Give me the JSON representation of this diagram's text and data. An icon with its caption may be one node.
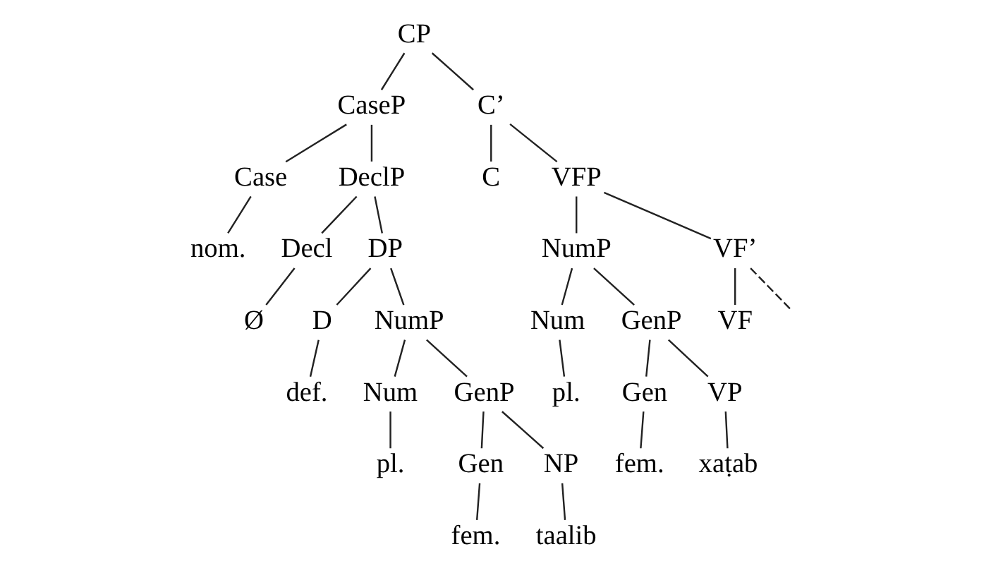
{
  "diagram": {
    "nodes": [
      {
        "text": [
          "CP"
        ]
      },
      {
        "text": [
          "CaseP"
        ]
      },
      {
        "text": [
          "C’"
        ]
      },
      {
        "text": [
          "Case"
        ]
      },
      {
        "text": [
          "DeclP"
        ]
      },
      {
        "text": [
          "C"
        ]
      },
      {
        "text": [
          "VFP"
        ]
      },
      {
        "text": [
          "nom."
        ]
      },
      {
        "text": [
          "Decl"
        ]
      },
      {
        "text": [
          "DP"
        ]
      },
      {
        "text": [
          "NumP"
        ]
      },
      {
        "text": [
          "VF’"
        ]
      },
      {
        "text": [
          "Ø"
        ]
      },
      {
        "text": [
          "D"
        ]
      },
      {
        "text": [
          "NumP"
        ]
      },
      {
        "text": [
          "Num"
        ]
      },
      {
        "text": [
          "GenP"
        ]
      },
      {
        "text": [
          "VF"
        ]
      },
      {
        "text": [
          "def."
        ]
      },
      {
        "text": [
          "Num"
        ]
      },
      {
        "text": [
          "GenP"
        ]
      },
      {
        "text": [
          "pl."
        ]
      },
      {
        "text": [
          "Gen"
        ]
      },
      {
        "text": [
          "VP"
        ]
      },
      {
        "text": [
          "pl."
        ]
      },
      {
        "text": [
          "Gen"
        ]
      },
      {
        "text": [
          "NP"
        ]
      },
      {
        "text": [
          "fem."
        ]
      },
      {
        "text": [
          "xaṭab"
        ]
      },
      {
        "text": [
          "fem."
        ]
      },
      {
        "text": [
          "taalib"
        ]
      }
    ],
    "edges": [
      {
        "from": 0,
        "to": 1,
        "arrow": "none"
      },
      {
        "from": 0,
        "to": 2,
        "arrow": "none"
      },
      {
        "from": 1,
        "to": 3,
        "arrow": "none"
      },
      {
        "from": 1,
        "to": 4,
        "arrow": "none"
      },
      {
        "from": 3,
        "to": 7,
        "arrow": "none"
      },
      {
        "from": 4,
        "to": 8,
        "arrow": "none"
      },
      {
        "from": 4,
        "to": 9,
        "arrow": "none"
      },
      {
        "from": 8,
        "to": 12,
        "arrow": "none"
      },
      {
        "from": 9,
        "to": 13,
        "arrow": "none"
      },
      {
        "from": 9,
        "to": 14,
        "arrow": "none"
      },
      {
        "from": 13,
        "to": 18,
        "arrow": "none"
      },
      {
        "from": 14,
        "to": 19,
        "arrow": "none"
      },
      {
        "from": 14,
        "to": 20,
        "arrow": "none"
      },
      {
        "from": 19,
        "to": 24,
        "arrow": "none"
      },
      {
        "from": 20,
        "to": 25,
        "arrow": "none"
      },
      {
        "from": 20,
        "to": 26,
        "arrow": "none"
      },
      {
        "from": 25,
        "to": 29,
        "arrow": "none"
      },
      {
        "from": 26,
        "to": 30,
        "arrow": "none"
      },
      {
        "from": 2,
        "to": 5,
        "arrow": "none"
      },
      {
        "from": 2,
        "to": 6,
        "arrow": "none"
      },
      {
        "from": 6,
        "to": 10,
        "arrow": "none"
      },
      {
        "from": 6,
        "to": 11,
        "arrow": "none"
      },
      {
        "from": 10,
        "to": 15,
        "arrow": "none"
      },
      {
        "from": 10,
        "to": 16,
        "arrow": "none"
      },
      {
        "from": 15,
        "to": 21,
        "arrow": "none"
      },
      {
        "from": 16,
        "to": 22,
        "arrow": "none"
      },
      {
        "from": 16,
        "to": 23,
        "arrow": "none"
      },
      {
        "from": 22,
        "to": 27,
        "arrow": "none"
      },
      {
        "from": 23,
        "to": 28,
        "arrow": "none"
      },
      {
        "from": 11,
        "to": 17,
        "arrow": "none"
      },
      {
        "from": 11,
        "to": null,
        "arrow": "none",
        "style": "dashed"
      }
    ]
  }
}
